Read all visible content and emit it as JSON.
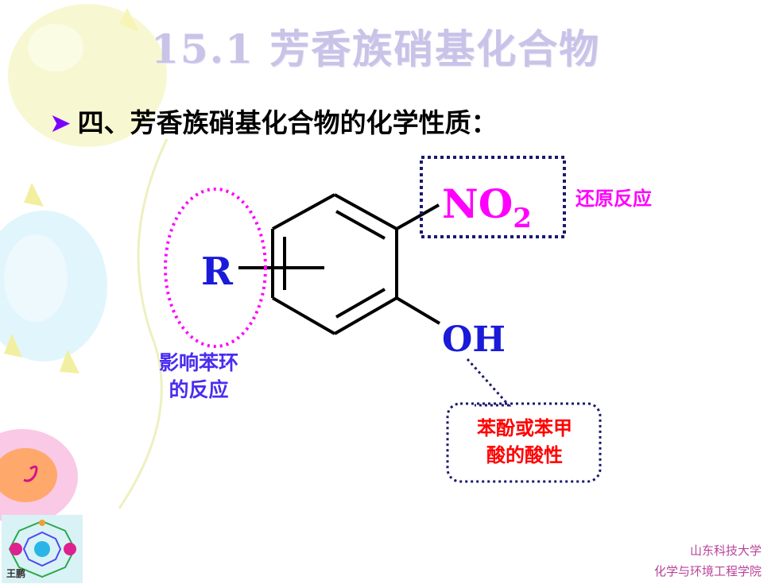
{
  "slide": {
    "title": "15.1 芳香族硝基化合物",
    "heading": "四、芳香族硝基化合物的化学性质：",
    "bullet_icon": "triangle-bullet-icon"
  },
  "molecule": {
    "substituent_r": "R",
    "nitro_main": "NO",
    "nitro_sub": "2",
    "hydroxyl": "OH"
  },
  "annotations": {
    "nitro_reaction": "还原反应",
    "ring_reaction_line1": "影响苯环",
    "ring_reaction_line2": "的反应",
    "oh_acidity_line1": "苯酚或苯甲",
    "oh_acidity_line2": "酸的酸性"
  },
  "footer": {
    "university": "山东科技大学",
    "college": "化学与环境工程学院",
    "logo_caption": "王鹏"
  },
  "colors": {
    "title": "#c9c3e8",
    "magenta": "#ff00ff",
    "navy_dotted": "#1a1a6e",
    "blue_label": "#4a2cf0",
    "red_label": "#ff0000",
    "bond": "#000000"
  }
}
